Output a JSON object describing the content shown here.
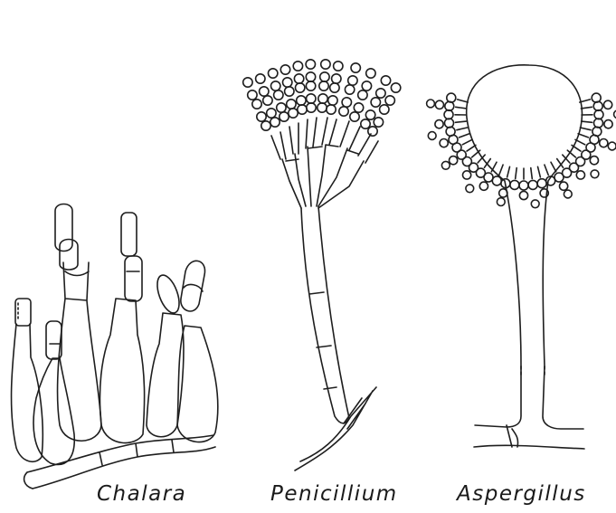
{
  "figure": {
    "labels": {
      "chalara": "Chalara",
      "penicillium": "Penicillium",
      "aspergillus": "Aspergillus"
    },
    "line_color": "#1e1e1e",
    "background_color": "#ffffff"
  }
}
